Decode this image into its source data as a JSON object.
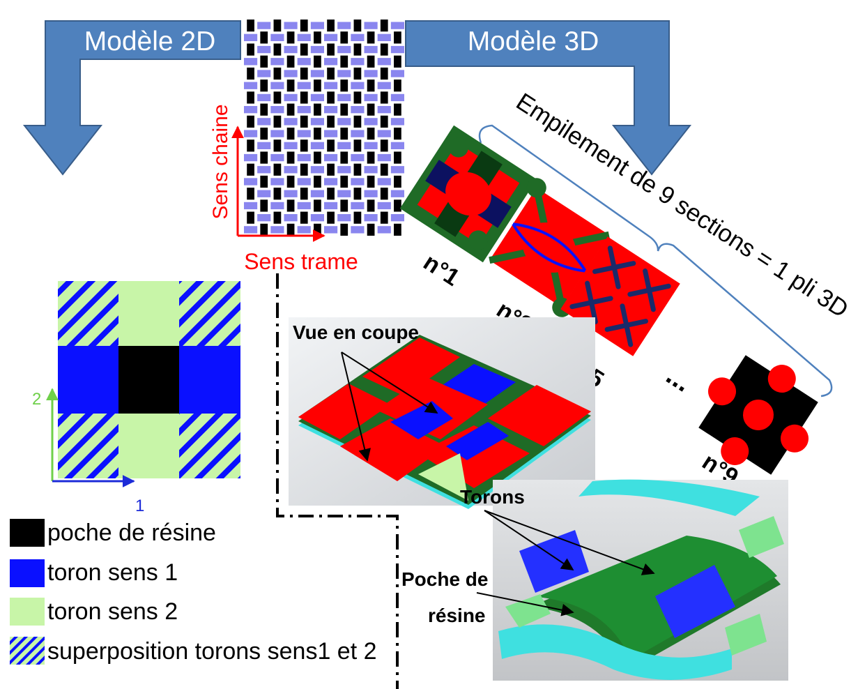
{
  "model_2d_label": "Modèle 2D",
  "model_3d_label": "Modèle 3D",
  "sens_chaine_label": "Sens chaine",
  "sens_trame_label": "Sens trame",
  "stacking_label": "Empilement de 9 sections = 1 pli 3D",
  "sections": [
    {
      "label": "n°1"
    },
    {
      "label": "n°3"
    },
    {
      "label": "n°5"
    },
    {
      "label": "..."
    },
    {
      "label": "n°9"
    }
  ],
  "axis_1_label": "1",
  "axis_2_label": "2",
  "legend": [
    {
      "label": "poche de résine",
      "color": "#000000"
    },
    {
      "label": "toron sens 1",
      "color": "#0a10ff"
    },
    {
      "label": "toron sens 2",
      "color": "#c8f5a8"
    },
    {
      "label": "superposition torons sens1 et 2",
      "color": "#0a10ff"
    }
  ],
  "cross_section_label": "Vue en coupe",
  "torons_label": "Torons",
  "resin_pocket_label_line1": "Poche de",
  "resin_pocket_label_line2": "résine",
  "colors": {
    "arrow_blue": "#4f81bd",
    "arrow_blue_dark": "#385d8a",
    "resin": "#000000",
    "strand_1": "#0a10ff",
    "strand_2": "#c8f5a8",
    "weave_purple": "#8a86ef",
    "red": "#ff0000",
    "green_dark": "#1f6b26",
    "cyan": "#3fe0e0"
  }
}
